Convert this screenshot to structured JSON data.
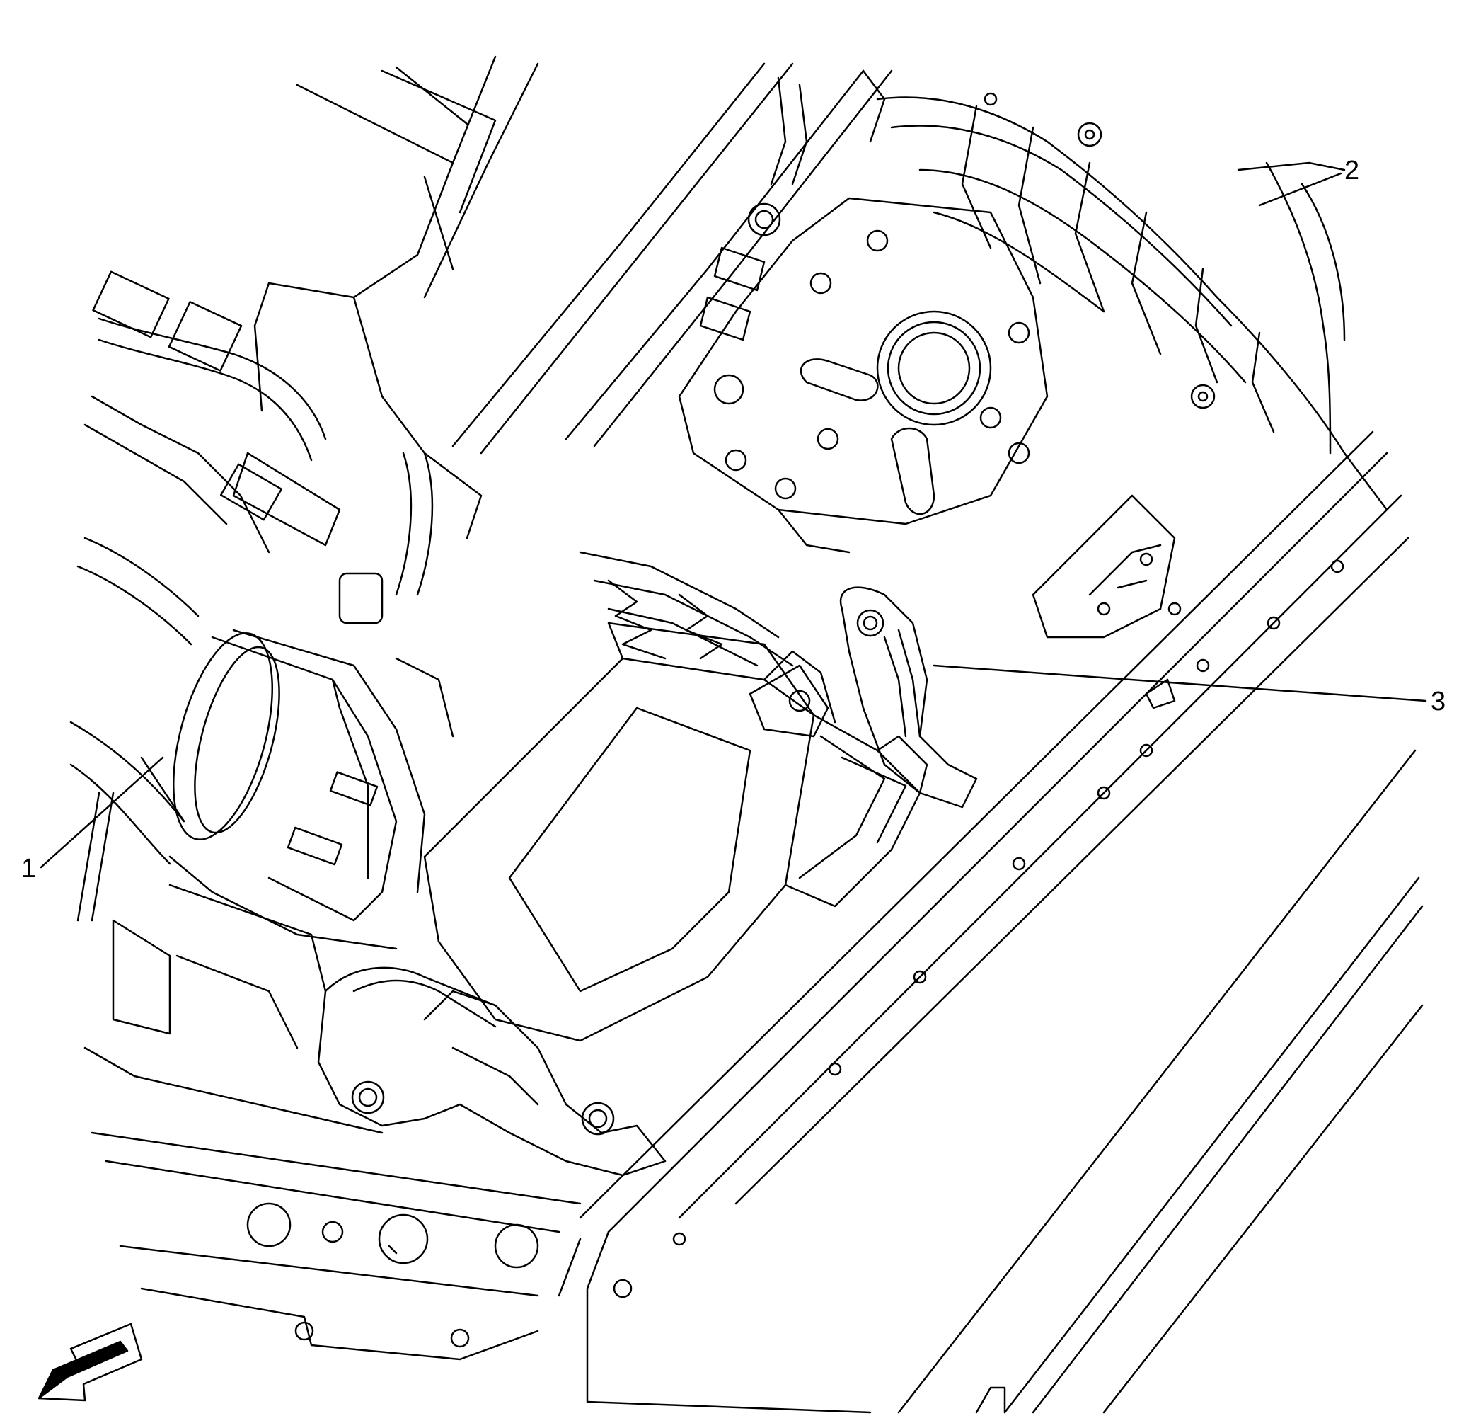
{
  "callouts": [
    {
      "id": "1",
      "label": "1"
    },
    {
      "id": "2",
      "label": "2"
    },
    {
      "id": "3",
      "label": "3"
    }
  ],
  "colors": {
    "line": "#000000",
    "background": "#ffffff"
  },
  "icons": {
    "view_direction": "arrow-icon"
  }
}
